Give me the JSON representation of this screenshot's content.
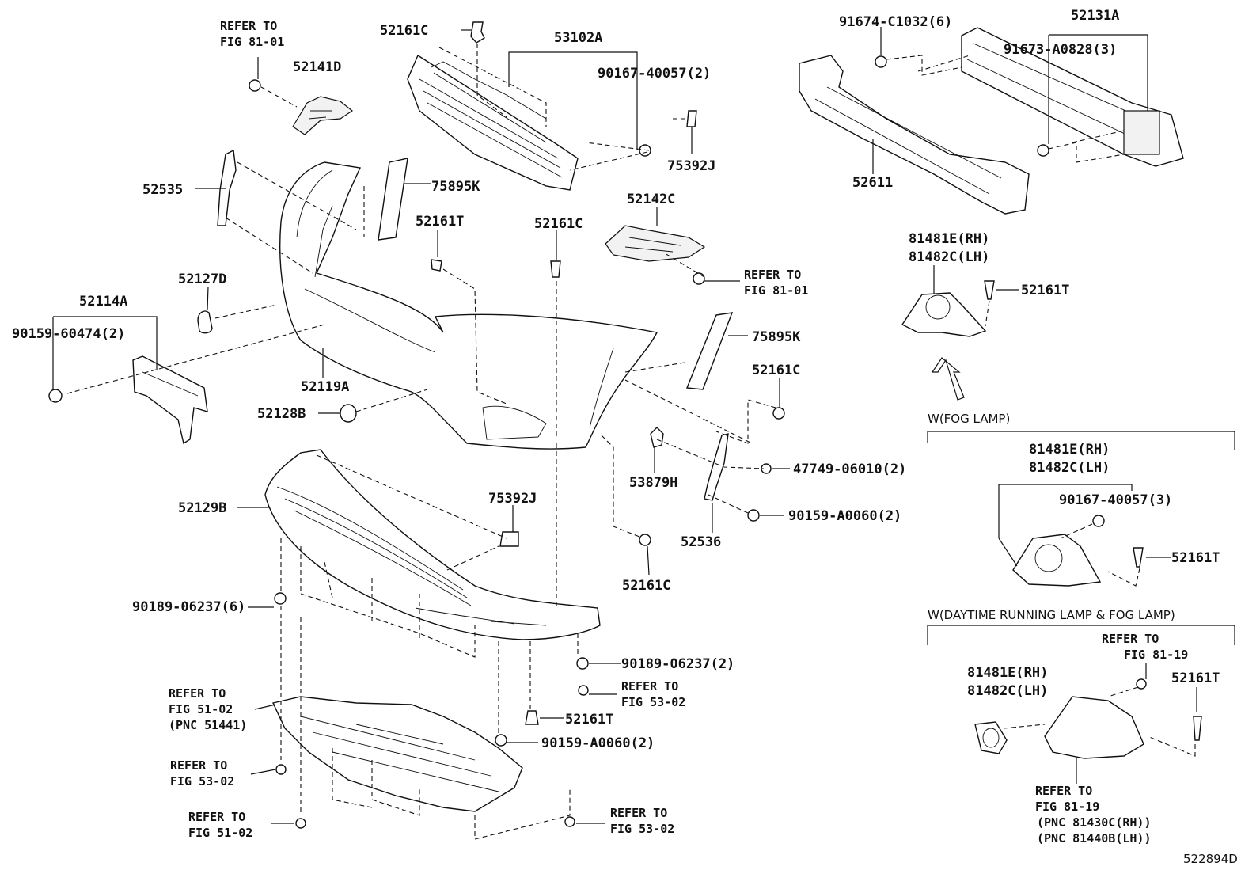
{
  "diagram_id": "522894D",
  "sections": {
    "fog_lamp": "W(FOG LAMP)",
    "drl_fog_lamp": "W(DAYTIME RUNNING LAMP & FOG LAMP)"
  },
  "labels": {
    "p52161C_a": "52161C",
    "p53102A": "53102A",
    "p90167_40057_2": "90167-40057(2)",
    "p75392J_a": "75392J",
    "p52141D": "52141D",
    "p52535": "52535",
    "p75895K_a": "75895K",
    "p52161T_a": "52161T",
    "p52161C_b": "52161C",
    "p52142C": "52142C",
    "p52127D": "52127D",
    "p52114A": "52114A",
    "p90159_60474_2": "90159-60474(2)",
    "p52119A": "52119A",
    "p52128B": "52128B",
    "p75895K_b": "75895K",
    "p52161C_c": "52161C",
    "p53879H": "53879H",
    "p47749_06010_2": "47749-06010(2)",
    "p90159_A0060_2_a": "90159-A0060(2)",
    "p52536": "52536",
    "p52161C_d": "52161C",
    "p52129B": "52129B",
    "p75392J_b": "75392J",
    "p90189_06237_6": "90189-06237(6)",
    "p90189_06237_2": "90189-06237(2)",
    "p52161T_b": "52161T",
    "p90159_A0060_2_b": "90159-A0060(2)",
    "p91674_C1032_6": "91674-C1032(6)",
    "p52131A": "52131A",
    "p91673_A0828_3": "91673-A0828(3)",
    "p52611": "52611",
    "p81481E_rh_a": "81481E(RH)",
    "p81482C_lh_a": "81482C(LH)",
    "p52161T_c": "52161T",
    "p81481E_rh_b": "81481E(RH)",
    "p81482C_lh_b": "81482C(LH)",
    "p90167_40057_3": "90167-40057(3)",
    "p52161T_d": "52161T",
    "p81481E_rh_c": "81481E(RH)",
    "p81482C_lh_c": "81482C(LH)",
    "p52161T_e": "52161T"
  },
  "refs": {
    "r1_l1": "REFER TO",
    "r1_l2": "FIG 81-01",
    "r2_l1": "REFER TO",
    "r2_l2": "FIG 81-01",
    "r3_l1": "REFER TO",
    "r3_l2": "FIG 51-02",
    "r3_l3": "(PNC 51441)",
    "r4_l1": "REFER TO",
    "r4_l2": "FIG 53-02",
    "r5_l1": "REFER TO",
    "r5_l2": "FIG 53-02",
    "r6_l1": "REFER TO",
    "r6_l2": "FIG 51-02",
    "r7_l1": "REFER TO",
    "r7_l2": "FIG 53-02",
    "r8_l1": "REFER TO",
    "r8_l2": "FIG 81-19",
    "r9_l1": "REFER TO",
    "r9_l2": "FIG 81-19",
    "r9_l3": "(PNC 81430C(RH))",
    "r9_l4": "(PNC 81440B(LH))"
  }
}
